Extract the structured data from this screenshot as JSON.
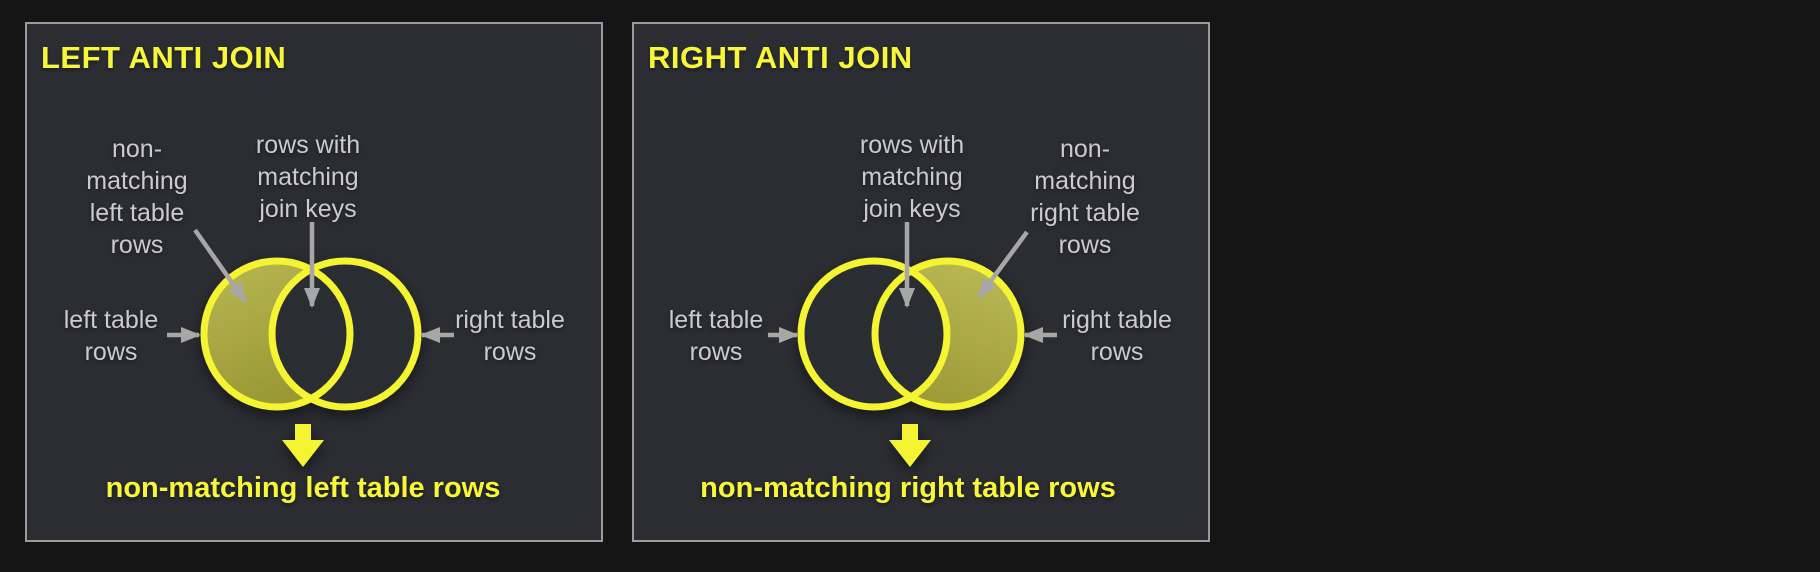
{
  "colors": {
    "page_background": "#151515",
    "panel_background": "#2b2d33",
    "panel_border": "#9b9b9b",
    "accent_yellow": "#f7f63a",
    "circle_stroke": "#f5f430",
    "shaded_region_fill": "#a9a843",
    "label_text": "#cbcbcb",
    "arrow_gray": "#a7a7a7"
  },
  "panels": [
    {
      "title": "LEFT ANTI JOIN",
      "shaded_region": "left circle non-overlapping area",
      "annotations": {
        "non_matching": {
          "lines": [
            "non-",
            "matching",
            "left table",
            "rows"
          ]
        },
        "matching": {
          "lines": [
            "rows with",
            "matching",
            "join keys"
          ]
        },
        "left_table": {
          "lines": [
            "left table",
            "rows"
          ]
        },
        "right_table": {
          "lines": [
            "right table",
            "rows"
          ]
        }
      },
      "result": "non-matching left table rows"
    },
    {
      "title": "RIGHT ANTI JOIN",
      "shaded_region": "right circle non-overlapping area",
      "annotations": {
        "matching": {
          "lines": [
            "rows with",
            "matching",
            "join keys"
          ]
        },
        "non_matching": {
          "lines": [
            "non-",
            "matching",
            "right table",
            "rows"
          ]
        },
        "left_table": {
          "lines": [
            "left table",
            "rows"
          ]
        },
        "right_table": {
          "lines": [
            "right table",
            "rows"
          ]
        }
      },
      "result": "non-matching right table rows"
    }
  ]
}
